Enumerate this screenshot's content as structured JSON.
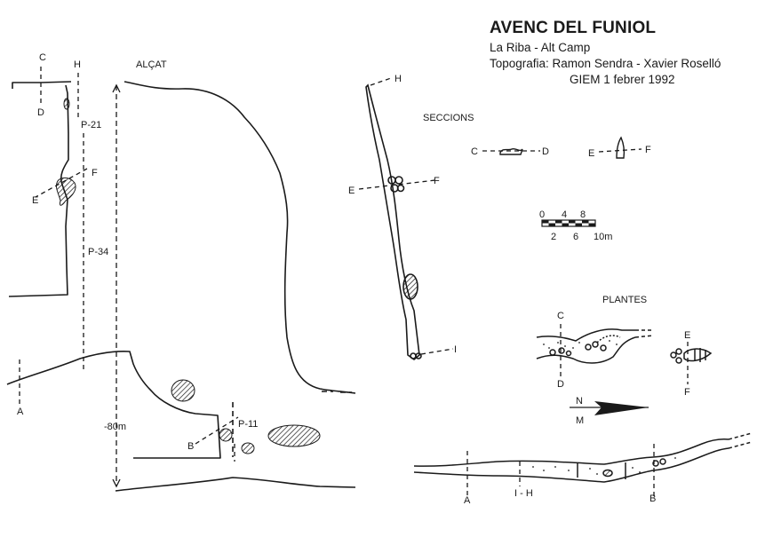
{
  "header": {
    "title": "AVENC DEL FUNIOL",
    "location": "La Riba - Alt Camp",
    "survey": "Topografia: Ramon Sendra - Xavier Roselló",
    "group_date": "GIEM     1 febrer 1992"
  },
  "elevation": {
    "heading": "ALÇAT",
    "pitch_labels": [
      "P-21",
      "P-34",
      "P-11"
    ],
    "depth_label": "-80m",
    "section_marks": [
      "C",
      "H",
      "D",
      "E",
      "F",
      "A",
      "B"
    ]
  },
  "sections": {
    "heading": "SECCIONS",
    "marks": [
      "H",
      "E",
      "F",
      "I",
      "C",
      "D",
      "E",
      "F"
    ]
  },
  "scale": {
    "top_ticks": [
      "0",
      "4",
      "8"
    ],
    "bottom_ticks": [
      "2",
      "6",
      "10m"
    ]
  },
  "plans": {
    "heading": "PLANTES",
    "marks": [
      "C",
      "D",
      "E",
      "F",
      "A",
      "I - H",
      "B"
    ],
    "north": [
      "N",
      "M"
    ]
  },
  "colors": {
    "ink": "#1a1a1a",
    "paper": "#ffffff"
  }
}
